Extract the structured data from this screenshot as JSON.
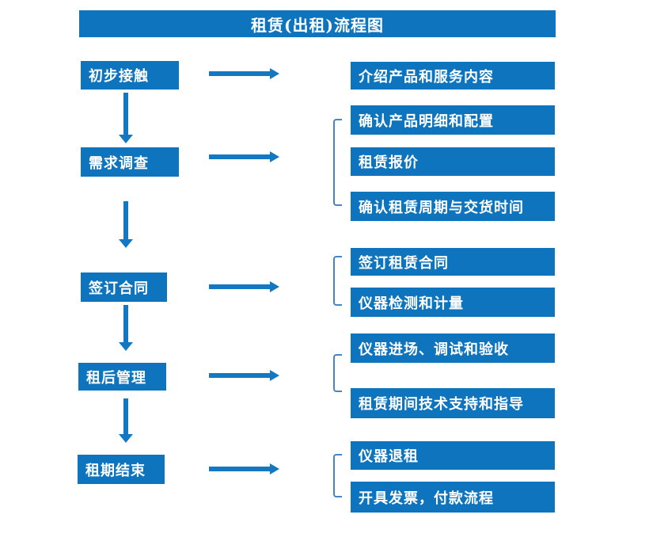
{
  "title": "租赁(出租)流程图",
  "colors": {
    "box_blue": "#0e74be",
    "arrow_blue": "#1377c2",
    "bracket_blue": "#4585c4",
    "text_white": "#ffffff"
  },
  "flow": {
    "steps": [
      {
        "label": "初步接触",
        "outputs": [
          "介绍产品和服务内容"
        ]
      },
      {
        "label": "需求调查",
        "outputs": [
          "确认产品明细和配置",
          "租赁报价",
          "确认租赁周期与交货时间"
        ]
      },
      {
        "label": "签订合同",
        "outputs": [
          "签订租赁合同",
          "仪器检测和计量"
        ]
      },
      {
        "label": "租后管理",
        "outputs": [
          "仪器进场、调试和验收",
          "租赁期间技术支持和指导"
        ]
      },
      {
        "label": "租期结束",
        "outputs": [
          "仪器退租",
          "开具发票，付款流程"
        ]
      }
    ]
  }
}
